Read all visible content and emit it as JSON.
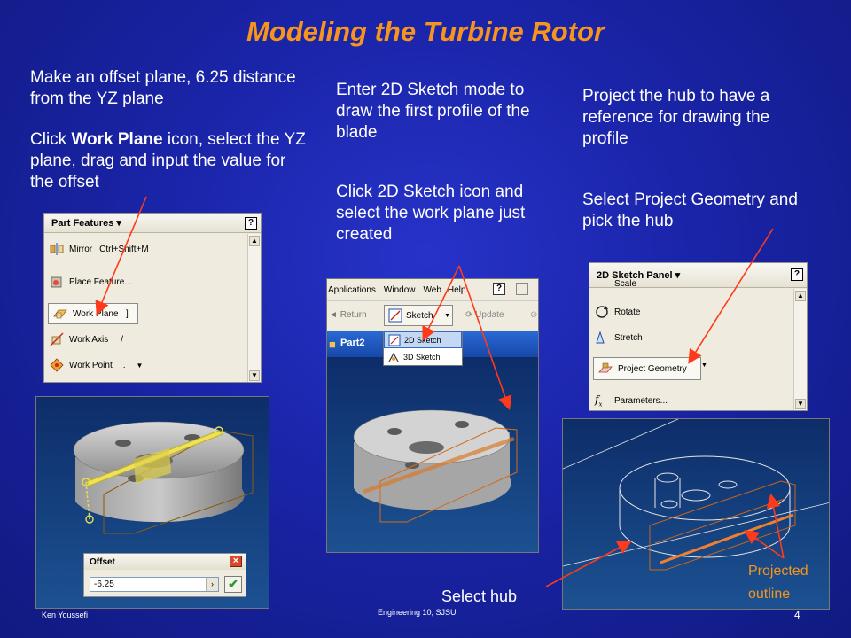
{
  "slide": {
    "title": "Modeling the Turbine Rotor",
    "col1": {
      "text1": "Make an offset plane, 6.25 distance from the YZ plane",
      "text2_pre": "Click ",
      "text2_bold": "Work Plane",
      "text2_post": " icon, select the YZ plane, drag and input the value for the offset"
    },
    "col2": {
      "text1": "Enter 2D Sketch mode to draw the first profile of the blade",
      "text2": "Click 2D Sketch icon and select the work plane just created"
    },
    "col3": {
      "text1": "Project the hub to have a reference for drawing the profile",
      "text2": "Select Project Geometry and pick the hub"
    },
    "select_hub": "Select hub",
    "projected_outline": "Projected outline",
    "footer_left": "Ken Youssefi",
    "footer_center": "Engineering 10, SJSU",
    "page_number": "4",
    "colors": {
      "title": "#f7941d",
      "arrow": "#ff3a1a",
      "background": "#1a24a8"
    }
  },
  "part_features": {
    "header": "Part Features ▾",
    "help": "?",
    "items": [
      {
        "label": "Mirror",
        "shortcut": "Ctrl+Shift+M",
        "icon": "mirror-icon"
      },
      {
        "label": "Place Feature...",
        "icon": "place-feature-icon"
      },
      {
        "label": "Work Plane",
        "suffix": "]",
        "icon": "work-plane-icon"
      },
      {
        "label": "Work Axis",
        "suffix": "/",
        "icon": "work-axis-icon"
      },
      {
        "label": "Work Point",
        "suffix": ".",
        "icon": "work-point-icon"
      }
    ]
  },
  "offset_dialog": {
    "title": "Offset",
    "value": "-6.25",
    "close": "×",
    "ok": "✔"
  },
  "menu": {
    "items": [
      "Applications",
      "Window",
      "Web",
      "Help"
    ],
    "help_btn": "?",
    "return_label": "Return",
    "sketch_label": "Sketch",
    "update_label": "Update",
    "dropdown": [
      "2D Sketch",
      "3D Sketch"
    ],
    "part_tab": "Part2"
  },
  "sketch_panel": {
    "header": "2D Sketch Panel ▾",
    "help": "?",
    "items": [
      {
        "label": "Scale",
        "icon": "scale-icon"
      },
      {
        "label": "Rotate",
        "icon": "rotate-icon"
      },
      {
        "label": "Stretch",
        "icon": "stretch-icon"
      },
      {
        "label": "Project Geometry",
        "icon": "project-geometry-icon"
      },
      {
        "label": "Parameters...",
        "icon": "parameters-icon"
      }
    ]
  }
}
